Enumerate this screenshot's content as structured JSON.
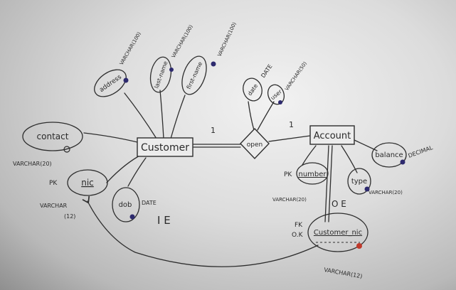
{
  "entities": {
    "customer": "Customer",
    "account": "Account"
  },
  "relationship": {
    "name": "open",
    "card_left": "1",
    "card_right": "1",
    "attr_date": "date",
    "attr_date_type": "DATE",
    "attr_user": "user",
    "attr_user_type": "VARCHAR(50)"
  },
  "customer_attrs": {
    "contact": "contact",
    "contact_type": "VARCHAR(20)",
    "address": "address",
    "address_type": "VARCHAR(100)",
    "last_name": "last-name",
    "last_name_type": "VARCHAR(100)",
    "first_name": "first-name",
    "first_name_type": "VARCHAR(100)",
    "nic_pk": "PK",
    "nic": "nic",
    "nic_type_1": "VARCHAR",
    "nic_type_2": "(12)",
    "dob": "dob",
    "dob_type": "DATE",
    "ie": "I E"
  },
  "account_attrs": {
    "number_pk": "PK",
    "number": "number",
    "number_type": "VARCHAR(20)",
    "type": "type",
    "type_type": "VARCHAR(20)",
    "balance": "balance",
    "balance_type": "DECIMAL",
    "oe": "O E",
    "fk_1": "FK",
    "fk_2": "O.K",
    "customer_nic": "Customer_nic",
    "customer_nic_type": "VARCHAR(12)"
  },
  "colors": {
    "ink": "#2e2e2e",
    "marker_blue": "#2d2a6e",
    "marker_red": "#c0392b"
  }
}
